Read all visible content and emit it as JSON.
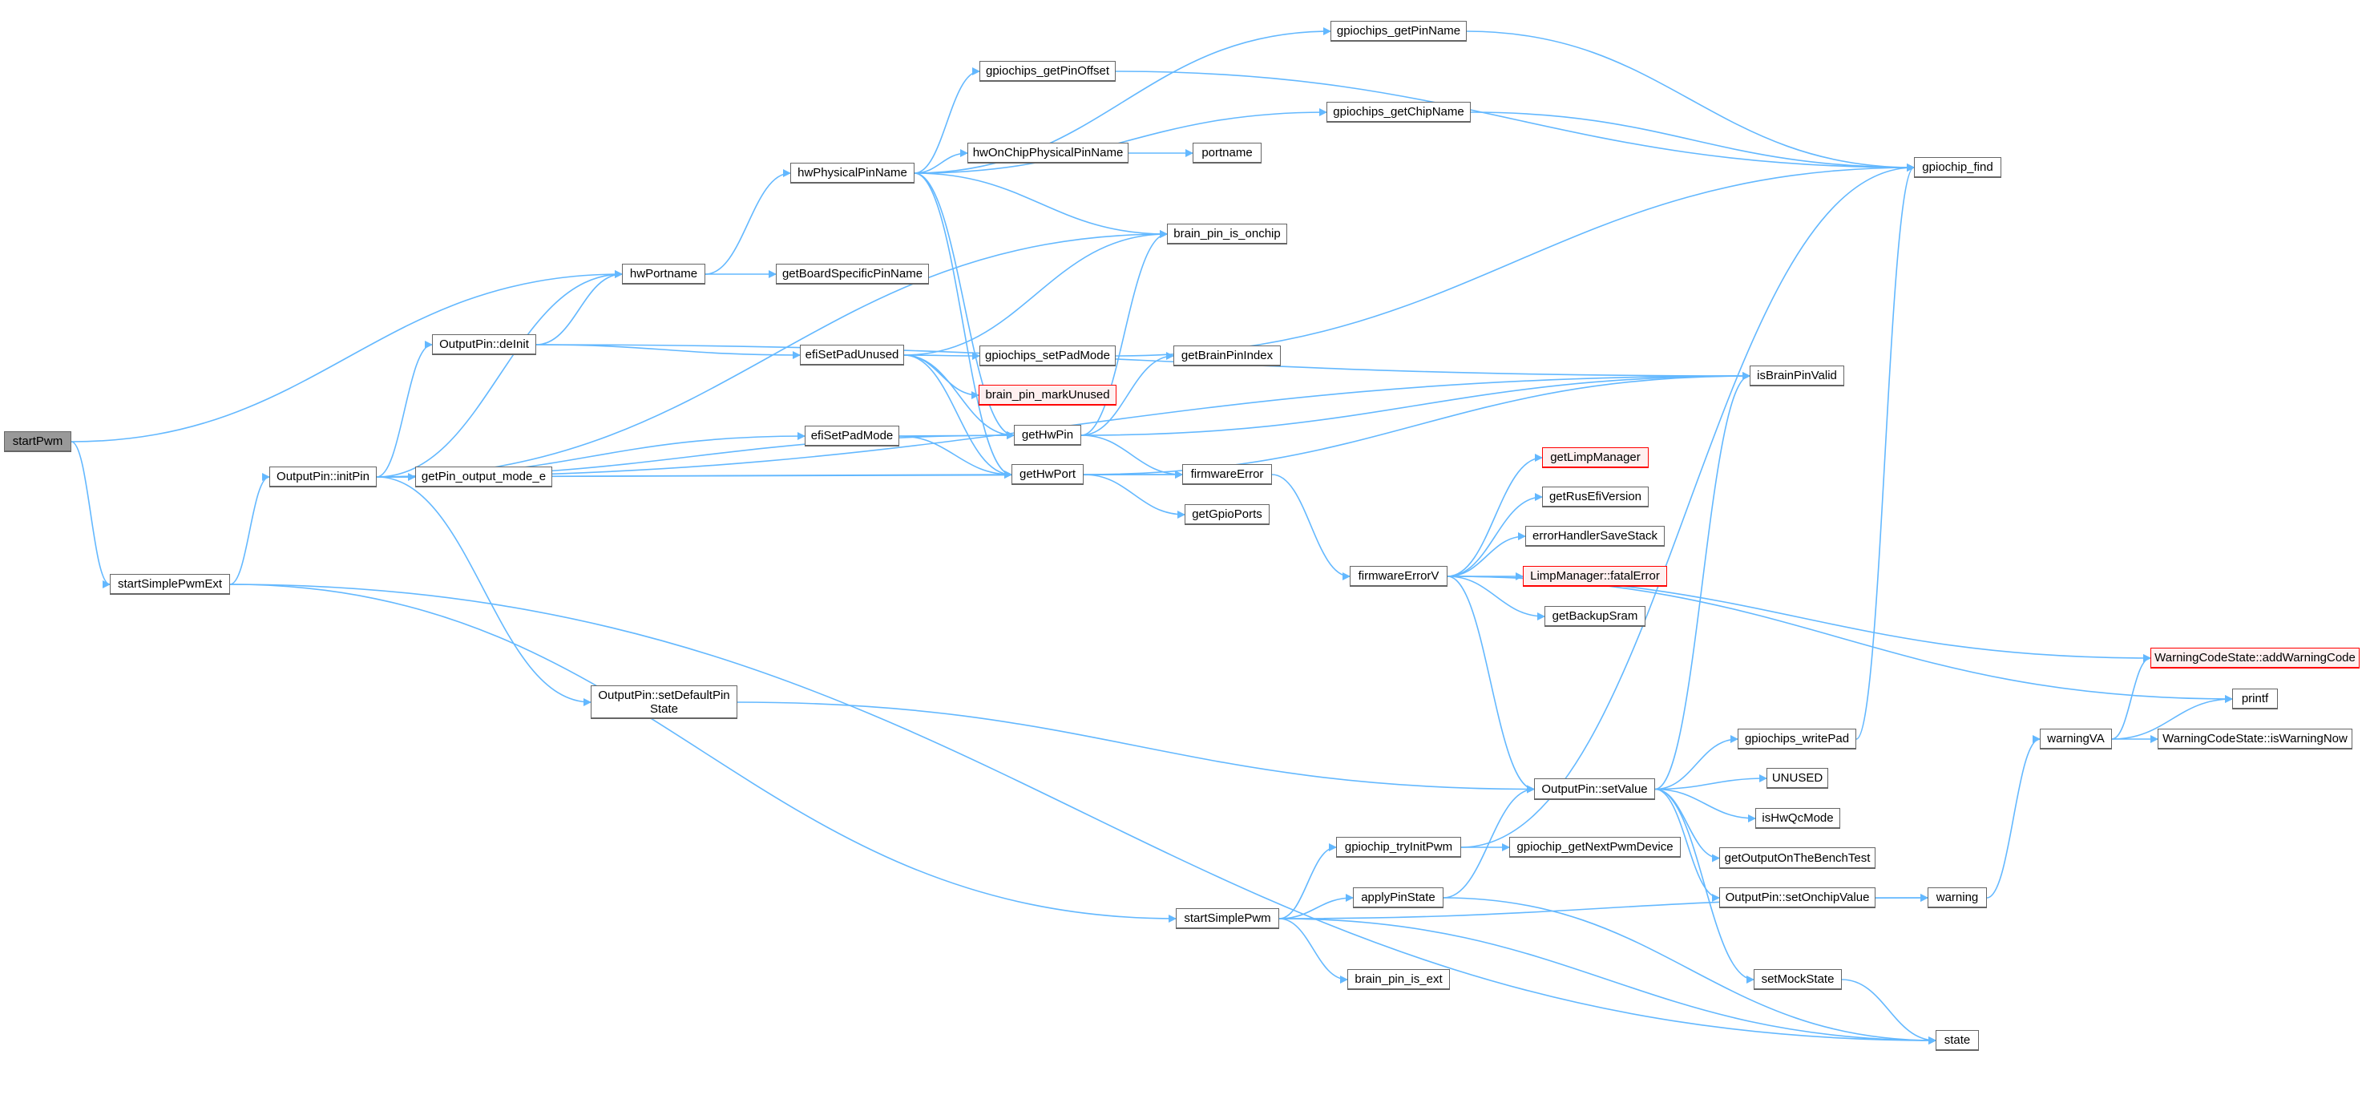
{
  "colors": {
    "edge": "#63b8ff",
    "node_border": "#666666",
    "root_fill": "#999999",
    "warn_border": "#ff0000",
    "warn_fill": "#fff0f0"
  },
  "nodes": {
    "startPwm": "startPwm",
    "startSimplePwmExt": "startSimplePwmExt",
    "initPin": "OutputPin::initPin",
    "getPin_output_mode_e": "getPin_output_mode_e",
    "deInit": "OutputPin::deInit",
    "hwPortname": "hwPortname",
    "getBoardSpecificPinName": "getBoardSpecificPinName",
    "hwPhysicalPinName": "hwPhysicalPinName",
    "gpiochips_getPinOffset": "gpiochips_getPinOffset",
    "gpiochips_getPinName": "gpiochips_getPinName",
    "gpiochips_getChipName": "gpiochips_getChipName",
    "hwOnChipPhysicalPinName": "hwOnChipPhysicalPinName",
    "portname": "portname",
    "gpiochip_find": "gpiochip_find",
    "brain_pin_is_onchip": "brain_pin_is_onchip",
    "efiSetPadUnused": "efiSetPadUnused",
    "gpiochips_setPadMode": "gpiochips_setPadMode",
    "brain_pin_markUnused": "brain_pin_markUnused",
    "getBrainPinIndex": "getBrainPinIndex",
    "getHwPin": "getHwPin",
    "efiSetPadMode": "efiSetPadMode",
    "getHwPort": "getHwPort",
    "firmwareError": "firmwareError",
    "getGpioPorts": "getGpioPorts",
    "isBrainPinValid": "isBrainPinValid",
    "getLimpManager": "getLimpManager",
    "getRusEfiVersion": "getRusEfiVersion",
    "errorHandlerSaveStack": "errorHandlerSaveStack",
    "firmwareErrorV": "firmwareErrorV",
    "fatalError": "LimpManager::fatalError",
    "getBackupSram": "getBackupSram",
    "addWarningCode": "WarningCodeState::addWarningCode",
    "printf": "printf",
    "gpiochips_writePad": "gpiochips_writePad",
    "warningVA": "warningVA",
    "isWarningNow": "WarningCodeState::isWarningNow",
    "setDefaultPinState": "OutputPin::setDefaultPin State",
    "setValue": "OutputPin::setValue",
    "UNUSED": "UNUSED",
    "isHwQcMode": "isHwQcMode",
    "getOutputOnTheBenchTest": "getOutputOnTheBenchTest",
    "setOnchipValue": "OutputPin::setOnchipValue",
    "warning": "warning",
    "gpiochip_tryInitPwm": "gpiochip_tryInitPwm",
    "gpiochip_getNextPwmDevice": "gpiochip_getNextPwmDevice",
    "applyPinState": "applyPinState",
    "startSimplePwm": "startSimplePwm",
    "brain_pin_is_ext": "brain_pin_is_ext",
    "setMockState": "setMockState",
    "state": "state"
  },
  "edges": [
    [
      "startPwm",
      "hwPortname"
    ],
    [
      "startPwm",
      "startSimplePwmExt"
    ],
    [
      "startSimplePwmExt",
      "initPin"
    ],
    [
      "startSimplePwmExt",
      "startSimplePwm"
    ],
    [
      "startSimplePwmExt",
      "state"
    ],
    [
      "initPin",
      "brain_pin_is_onchip"
    ],
    [
      "initPin",
      "hwPortname"
    ],
    [
      "initPin",
      "deInit"
    ],
    [
      "initPin",
      "getHwPin"
    ],
    [
      "initPin",
      "efiSetPadMode"
    ],
    [
      "initPin",
      "getPin_output_mode_e"
    ],
    [
      "initPin",
      "getHwPort"
    ],
    [
      "initPin",
      "firmwareError"
    ],
    [
      "initPin",
      "isBrainPinValid"
    ],
    [
      "initPin",
      "setDefaultPinState"
    ],
    [
      "deInit",
      "hwPortname"
    ],
    [
      "deInit",
      "efiSetPadUnused"
    ],
    [
      "deInit",
      "isBrainPinValid"
    ],
    [
      "hwPortname",
      "hwPhysicalPinName"
    ],
    [
      "hwPortname",
      "getBoardSpecificPinName"
    ],
    [
      "hwPhysicalPinName",
      "gpiochips_getPinName"
    ],
    [
      "hwPhysicalPinName",
      "gpiochips_getPinOffset"
    ],
    [
      "hwPhysicalPinName",
      "gpiochips_getChipName"
    ],
    [
      "hwPhysicalPinName",
      "hwOnChipPhysicalPinName"
    ],
    [
      "hwPhysicalPinName",
      "brain_pin_is_onchip"
    ],
    [
      "hwPhysicalPinName",
      "getHwPin"
    ],
    [
      "hwPhysicalPinName",
      "getHwPort"
    ],
    [
      "hwOnChipPhysicalPinName",
      "portname"
    ],
    [
      "gpiochips_getPinName",
      "gpiochip_find"
    ],
    [
      "gpiochips_getPinOffset",
      "gpiochip_find"
    ],
    [
      "gpiochips_getChipName",
      "gpiochip_find"
    ],
    [
      "efiSetPadUnused",
      "brain_pin_is_onchip"
    ],
    [
      "efiSetPadUnused",
      "gpiochips_setPadMode"
    ],
    [
      "efiSetPadUnused",
      "brain_pin_markUnused"
    ],
    [
      "efiSetPadUnused",
      "getHwPin"
    ],
    [
      "efiSetPadUnused",
      "getHwPort"
    ],
    [
      "gpiochips_setPadMode",
      "gpiochip_find"
    ],
    [
      "efiSetPadMode",
      "getHwPin"
    ],
    [
      "efiSetPadMode",
      "getHwPort"
    ],
    [
      "getHwPin",
      "brain_pin_is_onchip"
    ],
    [
      "getHwPin",
      "getBrainPinIndex"
    ],
    [
      "getHwPin",
      "isBrainPinValid"
    ],
    [
      "getHwPin",
      "firmwareError"
    ],
    [
      "getHwPort",
      "firmwareError"
    ],
    [
      "getHwPort",
      "getGpioPorts"
    ],
    [
      "getHwPort",
      "isBrainPinValid"
    ],
    [
      "firmwareError",
      "firmwareErrorV"
    ],
    [
      "firmwareErrorV",
      "getLimpManager"
    ],
    [
      "firmwareErrorV",
      "getRusEfiVersion"
    ],
    [
      "firmwareErrorV",
      "errorHandlerSaveStack"
    ],
    [
      "firmwareErrorV",
      "fatalError"
    ],
    [
      "firmwareErrorV",
      "getBackupSram"
    ],
    [
      "firmwareErrorV",
      "addWarningCode"
    ],
    [
      "firmwareErrorV",
      "printf"
    ],
    [
      "firmwareErrorV",
      "setValue"
    ],
    [
      "setDefaultPinState",
      "setValue"
    ],
    [
      "setValue",
      "isBrainPinValid"
    ],
    [
      "setValue",
      "gpiochips_writePad"
    ],
    [
      "setValue",
      "UNUSED"
    ],
    [
      "setValue",
      "isHwQcMode"
    ],
    [
      "setValue",
      "getOutputOnTheBenchTest"
    ],
    [
      "setValue",
      "setOnchipValue"
    ],
    [
      "setValue",
      "setMockState"
    ],
    [
      "gpiochips_writePad",
      "gpiochip_find"
    ],
    [
      "warningVA",
      "addWarningCode"
    ],
    [
      "warningVA",
      "printf"
    ],
    [
      "warningVA",
      "isWarningNow"
    ],
    [
      "warning",
      "warningVA"
    ],
    [
      "setOnchipValue",
      "warning"
    ],
    [
      "gpiochip_tryInitPwm",
      "gpiochip_find"
    ],
    [
      "gpiochip_tryInitPwm",
      "gpiochip_getNextPwmDevice"
    ],
    [
      "applyPinState",
      "setValue"
    ],
    [
      "applyPinState",
      "state"
    ],
    [
      "startSimplePwm",
      "gpiochip_tryInitPwm"
    ],
    [
      "startSimplePwm",
      "applyPinState"
    ],
    [
      "startSimplePwm",
      "warning"
    ],
    [
      "startSimplePwm",
      "brain_pin_is_ext"
    ],
    [
      "startSimplePwm",
      "state"
    ],
    [
      "setMockState",
      "state"
    ]
  ]
}
